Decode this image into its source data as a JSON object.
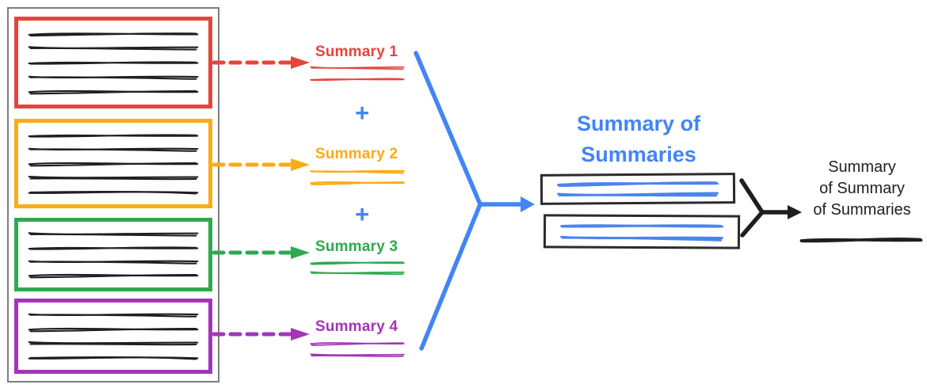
{
  "colors": {
    "red": "#E5453C",
    "orange": "#FBAB18",
    "green": "#2FA94F",
    "purple": "#A335B8",
    "blue": "#4285F4",
    "ink_black": "#1F1F1F",
    "text_black": "#212121",
    "outer_border_gray": "#7D7D7D",
    "merge_box_border": "#2B2B2B"
  },
  "document_stack": {
    "docs": [
      {
        "name": "document-1",
        "border_color": "#E5453C",
        "scribbles": {
          "lines": 5,
          "ink": "#1F1F1F",
          "weight": 2.3
        }
      },
      {
        "name": "document-2",
        "border_color": "#FBAB18",
        "scribbles": {
          "lines": 5,
          "ink": "#1F1F1F",
          "weight": 2.3
        }
      },
      {
        "name": "document-3",
        "border_color": "#2FA94F",
        "scribbles": {
          "lines": 4,
          "ink": "#1F1F1F",
          "weight": 2.3
        }
      },
      {
        "name": "document-4",
        "border_color": "#A335B8",
        "scribbles": {
          "lines": 4,
          "ink": "#1F1F1F",
          "weight": 2.3
        }
      }
    ]
  },
  "summaries": [
    {
      "label": "Summary 1",
      "color": "#E5453C",
      "scribbles": {
        "lines": 2,
        "ink": "#E5453C",
        "weight": 2.2
      }
    },
    {
      "label": "Summary 2",
      "color": "#FBAB18",
      "scribbles": {
        "lines": 2,
        "ink": "#FBAB18",
        "weight": 2.7
      }
    },
    {
      "label": "Summary 3",
      "color": "#2FA94F",
      "scribbles": {
        "lines": 2,
        "ink": "#2FA94F",
        "weight": 2.4
      }
    },
    {
      "label": "Summary 4",
      "color": "#A335B8",
      "scribbles": {
        "lines": 2,
        "ink": "#A335B8",
        "weight": 2.2
      }
    }
  ],
  "plus_separator": {
    "glyph": "+",
    "color": "#4285F4"
  },
  "merge_stage": {
    "heading": {
      "line1": "Summary of",
      "line2": "Summaries",
      "color": "#4285F4"
    },
    "result_boxes": [
      {
        "scribbles": {
          "lines": 2,
          "ink": "#4A84EE",
          "weight": 3.1
        }
      },
      {
        "scribbles": {
          "lines": 2,
          "ink": "#4A84EE",
          "weight": 3.1
        }
      }
    ]
  },
  "final_stage": {
    "label": {
      "line1": "Summary",
      "line2": "of Summary",
      "line3": "of Summaries",
      "color": "#212121"
    },
    "scribbles": {
      "lines": 1,
      "ink": "#1F1F1F",
      "weight": 3
    }
  }
}
